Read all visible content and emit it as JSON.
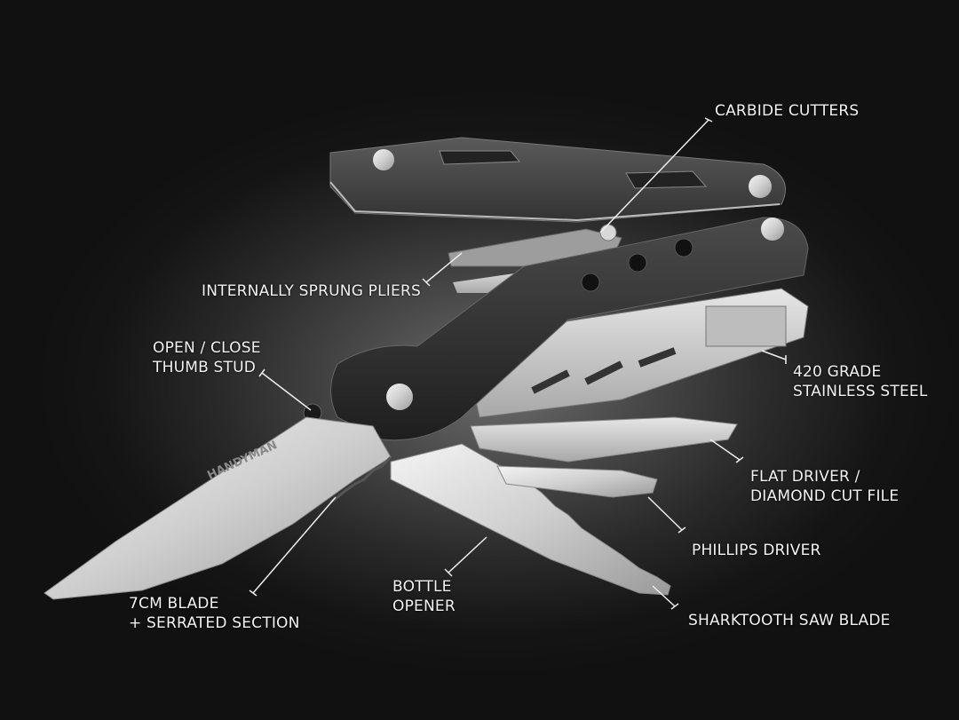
{
  "product": {
    "brand_mark": "HANDYMAN"
  },
  "callouts": [
    {
      "id": "carbide-cutters",
      "lines": [
        "CARBIDE CUTTERS"
      ]
    },
    {
      "id": "internally-sprung-pliers",
      "lines": [
        "INTERNALLY SPRUNG PLIERS"
      ]
    },
    {
      "id": "thumb-stud",
      "lines": [
        "OPEN / CLOSE",
        "THUMB STUD"
      ]
    },
    {
      "id": "stainless-steel",
      "lines": [
        "420 GRADE",
        "STAINLESS STEEL"
      ]
    },
    {
      "id": "flat-driver",
      "lines": [
        "FLAT DRIVER /",
        "DIAMOND CUT FILE"
      ]
    },
    {
      "id": "phillips-driver",
      "lines": [
        "PHILLIPS DRIVER"
      ]
    },
    {
      "id": "blade",
      "lines": [
        "7CM BLADE",
        "+ SERRATED SECTION"
      ]
    },
    {
      "id": "bottle-opener",
      "lines": [
        "BOTTLE",
        "OPENER"
      ]
    },
    {
      "id": "saw-blade",
      "lines": [
        "SHARKTOOTH SAW BLADE"
      ]
    }
  ],
  "colors": {
    "background": "#141414",
    "label_text": "#f2f2f2",
    "handle_dark": "#2b2b2b",
    "steel": "#c8c8c8"
  }
}
